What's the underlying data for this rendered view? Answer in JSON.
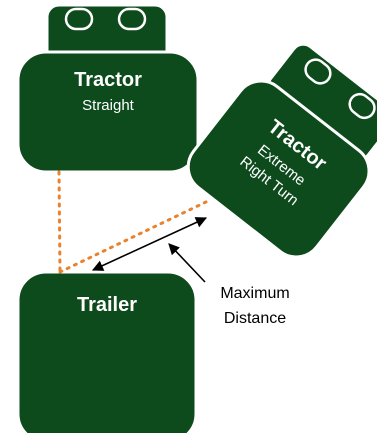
{
  "colors": {
    "vehicle_fill": "#0d4a1c",
    "vehicle_stroke": "#ffffff",
    "connector_dots": "#e8822f",
    "arrow": "#000000"
  },
  "tractor_straight": {
    "title": "Tractor",
    "subtitle": "Straight"
  },
  "tractor_turn": {
    "title": "Tractor",
    "line1": "Extreme",
    "line2": "Right Turn"
  },
  "trailer": {
    "title": "Trailer"
  },
  "annotation": {
    "line1": "Maximum",
    "line2": "Distance"
  }
}
